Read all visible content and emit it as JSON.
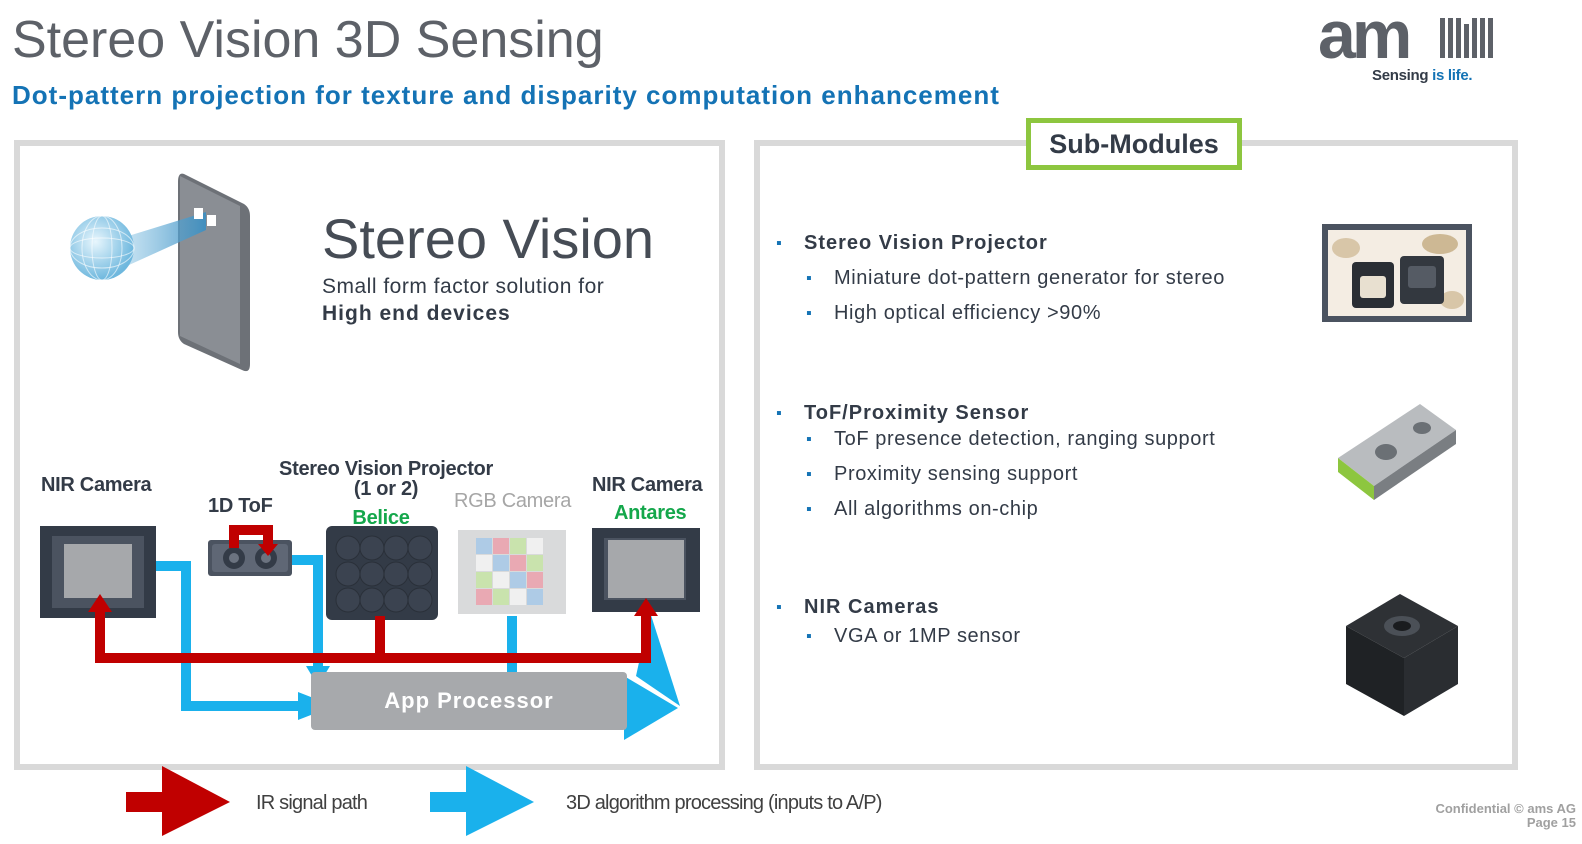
{
  "slide": {
    "title": "Stereo Vision 3D Sensing",
    "subtitle": "Dot-pattern projection for texture and disparity computation enhancement"
  },
  "logo": {
    "wordmark": "am",
    "tagline_part1": "Sensing ",
    "tagline_part2": "is life."
  },
  "left_panel": {
    "heading": "Stereo Vision",
    "line1": "Small form factor solution for",
    "line2": "High end devices",
    "diagram": {
      "nir_camera_left": "NIR Camera",
      "tof": "1D ToF",
      "projector_title_1": "Stereo Vision Projector",
      "projector_title_2": "(1 or 2)",
      "projector_name": "Belice",
      "rgb_camera": "RGB Camera",
      "nir_camera_right": "NIR Camera",
      "nir_right_name": "Antares",
      "app_processor": "App Processor"
    }
  },
  "right_panel": {
    "label": "Sub-Modules",
    "sections": [
      {
        "title": "Stereo Vision Projector",
        "items": [
          "Miniature dot-pattern generator for stereo",
          "High optical efficiency >90%"
        ]
      },
      {
        "title": "ToF/Proximity Sensor",
        "items": [
          "ToF presence detection, ranging support",
          "Proximity sensing support",
          "All algorithms on-chip"
        ]
      },
      {
        "title": "NIR Cameras",
        "items": [
          "VGA or 1MP sensor"
        ]
      }
    ]
  },
  "legend": {
    "ir_signal": "IR signal path",
    "processing": "3D algorithm processing (inputs to A/P)"
  },
  "footer": {
    "confidential": "Confidential © ams AG",
    "page": "Page 15"
  },
  "colors": {
    "ir_red": "#c00000",
    "processing_blue": "#1ab1ec",
    "accent_green": "#8dc63f",
    "brand_blue": "#1473b5"
  }
}
